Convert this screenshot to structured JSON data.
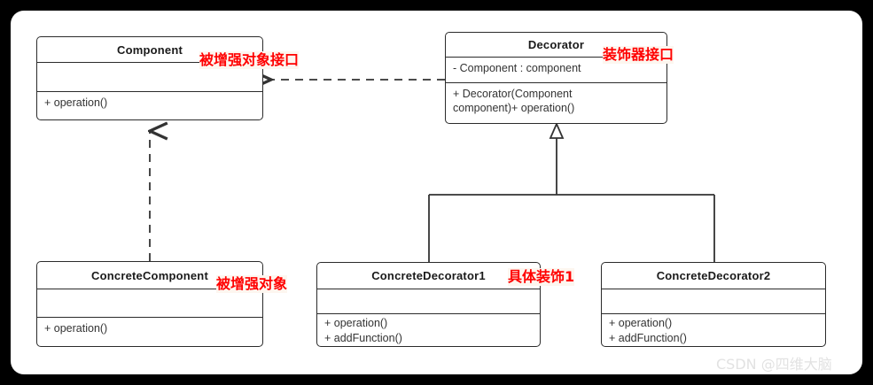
{
  "diagram": {
    "type": "uml-class-diagram",
    "title_pattern": "Decorator Pattern",
    "watermark": "CSDN @四维大脑",
    "colors": {
      "background": "#000000",
      "canvas": "#ffffff",
      "box_border": "#2b2b2b",
      "text": "#1a1a1a",
      "annotation_red": "#ff0000",
      "annotation_highlight": "#fdf6ef",
      "watermark": "#e2e2e2",
      "connector": "#333333"
    },
    "classes": [
      {
        "id": "component",
        "name": "Component",
        "attributes": [],
        "operations": [
          "+ operation()"
        ],
        "annotation": "被增强对象接口"
      },
      {
        "id": "decorator",
        "name": "Decorator",
        "attributes": [
          "- Component : component"
        ],
        "operations": [
          "+ Decorator(Component",
          "component)+ operation()"
        ],
        "annotation": "装饰器接口"
      },
      {
        "id": "concrete-component",
        "name": "ConcreteComponent",
        "attributes": [],
        "operations": [
          "+ operation()"
        ],
        "annotation": "被增强对象"
      },
      {
        "id": "concrete-decorator-1",
        "name": "ConcreteDecorator1",
        "attributes": [],
        "operations": [
          "+ operation()",
          "+ addFunction()"
        ],
        "annotation": "具体装饰1"
      },
      {
        "id": "concrete-decorator-2",
        "name": "ConcreteDecorator2",
        "attributes": [],
        "operations": [
          "+ operation()",
          "+ addFunction()"
        ],
        "annotation": ""
      }
    ],
    "relationships": [
      {
        "id": "decorator-implements-component",
        "from": "decorator",
        "to": "component",
        "style": "dashed",
        "arrow": "open",
        "label": ""
      },
      {
        "id": "concretecomponent-implements-component",
        "from": "concrete-component",
        "to": "component",
        "style": "dashed",
        "arrow": "open",
        "label": ""
      },
      {
        "id": "concretedecorator1-extends-decorator",
        "from": "concrete-decorator-1",
        "to": "decorator",
        "style": "solid",
        "arrow": "hollow-triangle",
        "label": ""
      },
      {
        "id": "concretedecorator2-extends-decorator",
        "from": "concrete-decorator-2",
        "to": "decorator",
        "style": "solid",
        "arrow": "hollow-triangle",
        "label": ""
      }
    ]
  }
}
